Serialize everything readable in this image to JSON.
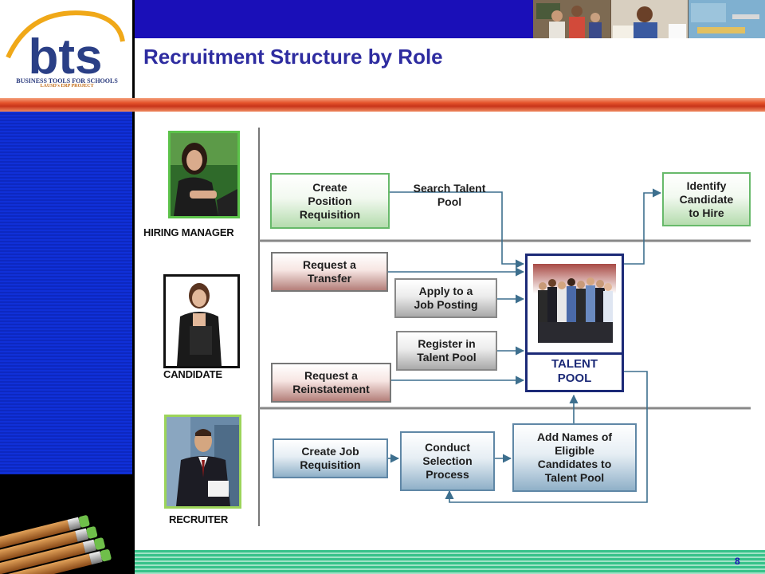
{
  "slide": {
    "title": "Recruitment Structure by Role",
    "page_number": "8"
  },
  "logo": {
    "wordmark": "bts",
    "subtitle": "BUSINESS TOOLS FOR SCHOOLS",
    "tagline": "LAUSD's ERP PROJECT"
  },
  "roles": {
    "hiring_manager": "HIRING MANAGER",
    "candidate": "CANDIDATE",
    "recruiter": "RECRUITER"
  },
  "boxes": {
    "create_position_requisition": "Create\nPosition\nRequisition",
    "search_talent_pool": "Search Talent\nPool",
    "identify_candidate_to_hire": "Identify\nCandidate\nto Hire",
    "request_a_transfer": "Request a\nTransfer",
    "apply_to_a_job_posting": "Apply to a\nJob Posting",
    "register_in_talent_pool": "Register in\nTalent Pool",
    "request_a_reinstatement": "Request a\nReinstatement",
    "talent_pool": "TALENT\nPOOL",
    "create_job_requisition": "Create Job\nRequisition",
    "conduct_selection_process": "Conduct\nSelection\nProcess",
    "add_names_of_eligible_candidates": "Add Names of\nEligible\nCandidates to\nTalent Pool"
  },
  "colors": {
    "title": "#2e2ca0",
    "header_bar": "#1a0fb8",
    "talent_pool_border": "#1c2a77",
    "arrow": "#3d6f8e"
  }
}
